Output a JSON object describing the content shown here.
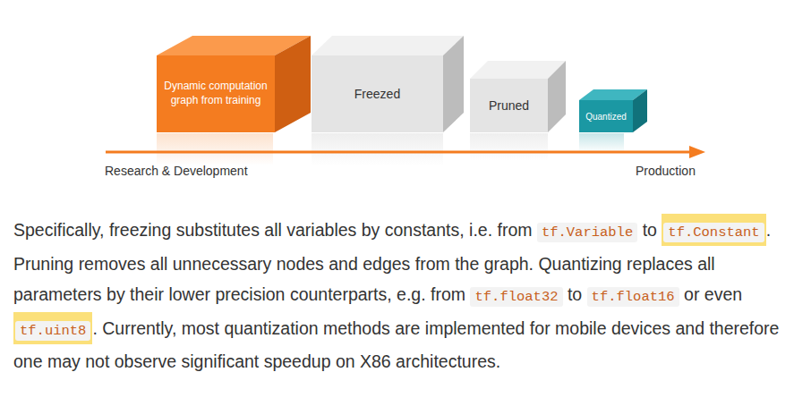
{
  "diagram": {
    "nodes": [
      {
        "text": [
          "Dynamic computation graph from training"
        ]
      },
      {
        "text": [
          "Freezed"
        ]
      },
      {
        "text": [
          "Pruned"
        ]
      },
      {
        "text": [
          "Quantized"
        ]
      }
    ],
    "edges": [],
    "labels": [
      "Research & Development",
      "Production",
      "Specifically, freezing substitutes all variables by constants, i.e. from",
      "tf.Variable",
      "to",
      "tf.Constant",
      ". Pruning removes all unnecessary nodes and edges from the graph. Quantizing replaces all parameters by their lower precision counterparts, e.g. from",
      "tf.float32",
      "to",
      "tf.float16",
      "or even",
      "tf.uint8",
      ". Currently, most quantization methods are implemented for mobile devices and therefore one may not observe significant speedup on X86 architectures."
    ]
  }
}
